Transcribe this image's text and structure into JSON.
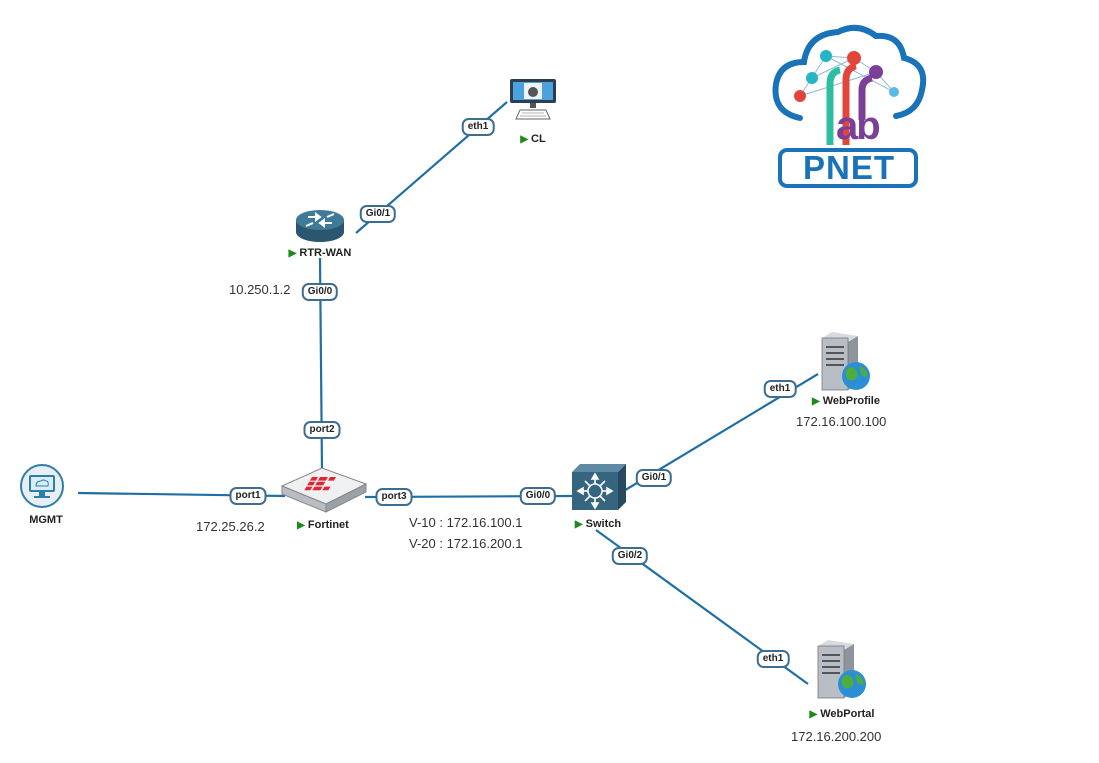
{
  "logo": {
    "text": "PNET",
    "sub_text": "ab"
  },
  "nodes": {
    "cl": {
      "name": "CL"
    },
    "rtr": {
      "name": "RTR-WAN"
    },
    "mgmt": {
      "name": "MGMT"
    },
    "fortinet": {
      "name": "Fortinet"
    },
    "switch": {
      "name": "Switch"
    },
    "webprofile": {
      "name": "WebProfile"
    },
    "webportal": {
      "name": "WebPortal"
    }
  },
  "ports": {
    "cl_eth1": "eth1",
    "rtr_gi01": "Gi0/1",
    "rtr_gi00": "Gi0/0",
    "fgt_port2": "port2",
    "fgt_port1": "port1",
    "fgt_port3": "port3",
    "sw_gi00": "Gi0/0",
    "sw_gi01": "Gi0/1",
    "sw_gi02": "Gi0/2",
    "wp_eth1": "eth1",
    "wpo_eth1": "eth1"
  },
  "ips": {
    "rtr": "10.250.1.2",
    "fortinet": "172.25.26.2",
    "vlan10": "V-10 : 172.16.100.1",
    "vlan20": "V-20 : 172.16.200.1",
    "webprofile": "172.16.100.100",
    "webportal": "172.16.200.200"
  },
  "colors": {
    "link": "#1f6fa5",
    "port_border": "#3d6d8f",
    "running": "#1d8a1d",
    "router": "#35657f",
    "logo_blue": "#1a73b8"
  }
}
